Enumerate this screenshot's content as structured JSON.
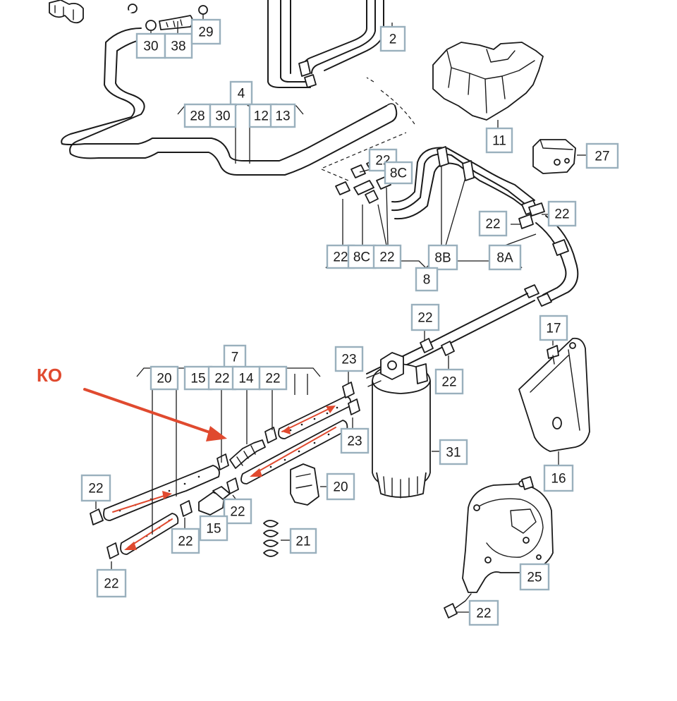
{
  "annotation": {
    "text": "КО",
    "color": "#e04a2f"
  },
  "colors": {
    "line": "#1a1a1a",
    "callout_border": "#9ab0bd",
    "highlight": "#e04a2f"
  },
  "callouts": [
    {
      "id": "c30",
      "label": "30"
    },
    {
      "id": "c38",
      "label": "38"
    },
    {
      "id": "c29",
      "label": "29"
    },
    {
      "id": "c2",
      "label": "2"
    },
    {
      "id": "c4",
      "label": "4"
    },
    {
      "id": "c28",
      "label": "28"
    },
    {
      "id": "c30b",
      "label": "30"
    },
    {
      "id": "c12",
      "label": "12,"
    },
    {
      "id": "c13",
      "label": "13"
    },
    {
      "id": "c11",
      "label": "11"
    },
    {
      "id": "c27",
      "label": "27"
    },
    {
      "id": "c22a",
      "label": "22"
    },
    {
      "id": "c8Ca",
      "label": "8C"
    },
    {
      "id": "c22b",
      "label": "22"
    },
    {
      "id": "c22c",
      "label": "22"
    },
    {
      "id": "c22d",
      "label": "22"
    },
    {
      "id": "c8Cb",
      "label": "8C"
    },
    {
      "id": "c22e",
      "label": "22"
    },
    {
      "id": "c8B",
      "label": "8B"
    },
    {
      "id": "c8A",
      "label": "8A"
    },
    {
      "id": "c8",
      "label": "8"
    },
    {
      "id": "c22f",
      "label": "22"
    },
    {
      "id": "c17",
      "label": "17"
    },
    {
      "id": "c7",
      "label": "7"
    },
    {
      "id": "c20a",
      "label": "20"
    },
    {
      "id": "c15a",
      "label": "15"
    },
    {
      "id": "c22g",
      "label": "22"
    },
    {
      "id": "c14",
      "label": "14"
    },
    {
      "id": "c22h",
      "label": "22"
    },
    {
      "id": "c23a",
      "label": "23"
    },
    {
      "id": "c22i",
      "label": "22"
    },
    {
      "id": "c23b",
      "label": "23"
    },
    {
      "id": "c31",
      "label": "31"
    },
    {
      "id": "c20b",
      "label": "20"
    },
    {
      "id": "c22j",
      "label": "22"
    },
    {
      "id": "c22k",
      "label": "22"
    },
    {
      "id": "c15b",
      "label": "15"
    },
    {
      "id": "c22l",
      "label": "22"
    },
    {
      "id": "c21",
      "label": "21"
    },
    {
      "id": "c22m",
      "label": "22"
    },
    {
      "id": "c16",
      "label": "16"
    },
    {
      "id": "c25",
      "label": "25"
    },
    {
      "id": "c22n",
      "label": "22"
    }
  ]
}
